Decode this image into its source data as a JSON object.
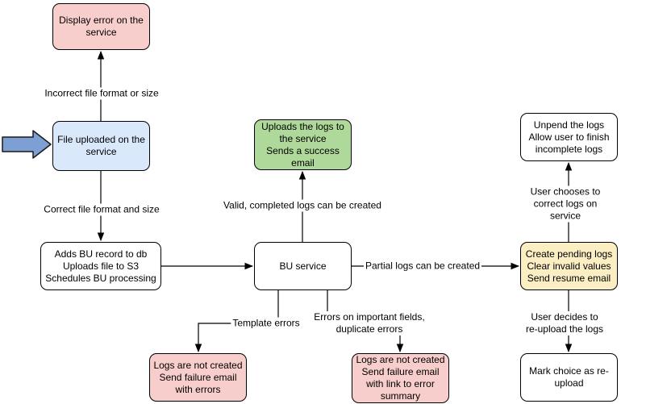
{
  "diagram": {
    "nodes": {
      "display_error": {
        "text": "Display error on the\nservice"
      },
      "file_uploaded": {
        "text": "File uploaded on the\nservice"
      },
      "adds_bu_record": {
        "text": "Adds BU record to db\nUploads file to S3\nSchedules BU processing"
      },
      "uploads_logs_success": {
        "text": "Uploads the logs to\nthe service\nSends a success\nemail"
      },
      "bu_service": {
        "text": "BU service"
      },
      "logs_not_created_errors": {
        "text": "Logs are not created\nSend failure email\nwith errors"
      },
      "logs_not_created_summary": {
        "text": "Logs are not created\nSend failure email\nwith link to error\nsummary"
      },
      "unpend_logs": {
        "text": "Unpend the logs\nAllow user to finish\nincomplete logs"
      },
      "create_pending_logs": {
        "text": "Create pending logs\nClear invalid values\nSend resume email"
      },
      "mark_choice_reupload": {
        "text": "Mark choice as re-\nupload"
      }
    },
    "edge_labels": {
      "incorrect_format": "Incorrect file format or size",
      "correct_format": "Correct file format and size",
      "valid_completed": "Valid, completed logs can be created",
      "partial_logs": "Partial logs can be created",
      "template_errors": "Template errors",
      "important_field_errors": "Errors on important fields,\nduplicate errors",
      "user_chooses_correct": "User chooses to correct logs on service",
      "user_decides_reupload": "User decides to re-upload the logs"
    },
    "colors": {
      "node_stroke": "#000000",
      "edge_stroke": "#000000",
      "error_pink": "#F8CECC",
      "upload_blue": "#DAE8FC",
      "success_green": "#AFD99A",
      "pending_yellow": "#FBEEC3",
      "pointer_arrow_blue": "#7D9FD3"
    }
  }
}
